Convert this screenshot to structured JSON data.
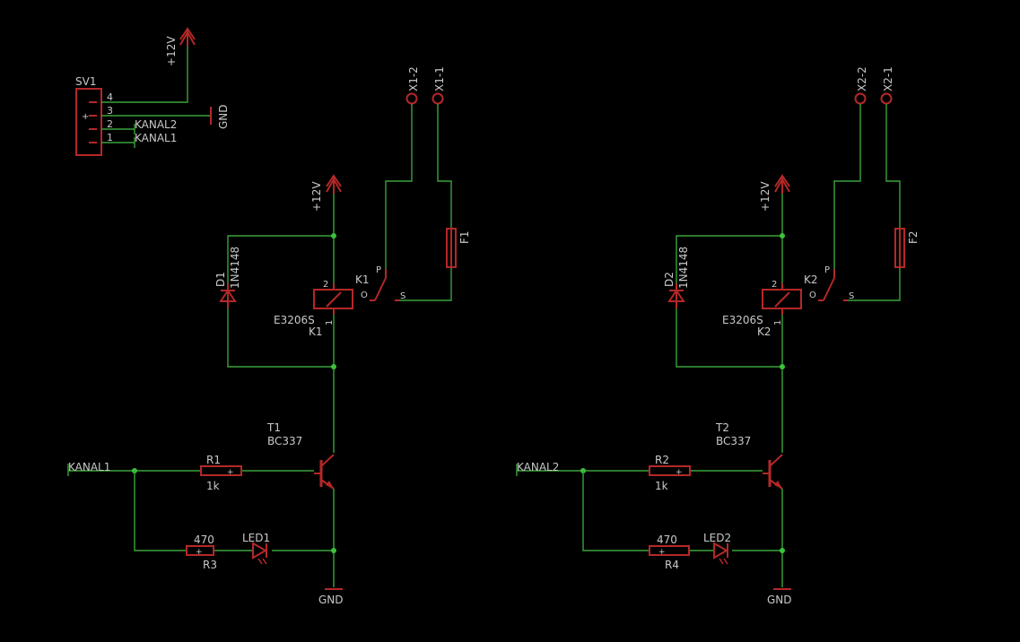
{
  "power": {
    "vcc": "+12V",
    "gnd": "GND"
  },
  "connector": {
    "name": "SV1",
    "pins": [
      "4",
      "3",
      "2",
      "1"
    ],
    "nets": [
      "KANAL2",
      "KANAL1"
    ]
  },
  "channels": [
    {
      "input": "KANAL1",
      "diode": {
        "name": "D1",
        "value": "1N4148"
      },
      "relay": {
        "name": "K1",
        "value": "E3206S",
        "pin1": "1",
        "pin2": "2",
        "contact_p": "P",
        "contact_o": "O",
        "contact_s": "S"
      },
      "fuse": "F1",
      "terminals": [
        "X1-2",
        "X1-1"
      ],
      "transistor": {
        "name": "T1",
        "value": "BC337"
      },
      "base_resistor": {
        "name": "R1",
        "value": "1k"
      },
      "led_resistor": {
        "name": "R3",
        "value": "470"
      },
      "led": "LED1"
    },
    {
      "input": "KANAL2",
      "diode": {
        "name": "D2",
        "value": "1N4148"
      },
      "relay": {
        "name": "K2",
        "value": "E3206S",
        "pin1": "1",
        "pin2": "2",
        "contact_p": "P",
        "contact_o": "O",
        "contact_s": "S"
      },
      "fuse": "F2",
      "terminals": [
        "X2-2",
        "X2-1"
      ],
      "transistor": {
        "name": "T2",
        "value": "BC337"
      },
      "base_resistor": {
        "name": "R2",
        "value": "1k"
      },
      "led_resistor": {
        "name": "R4",
        "value": "470"
      },
      "led": "LED2"
    }
  ]
}
